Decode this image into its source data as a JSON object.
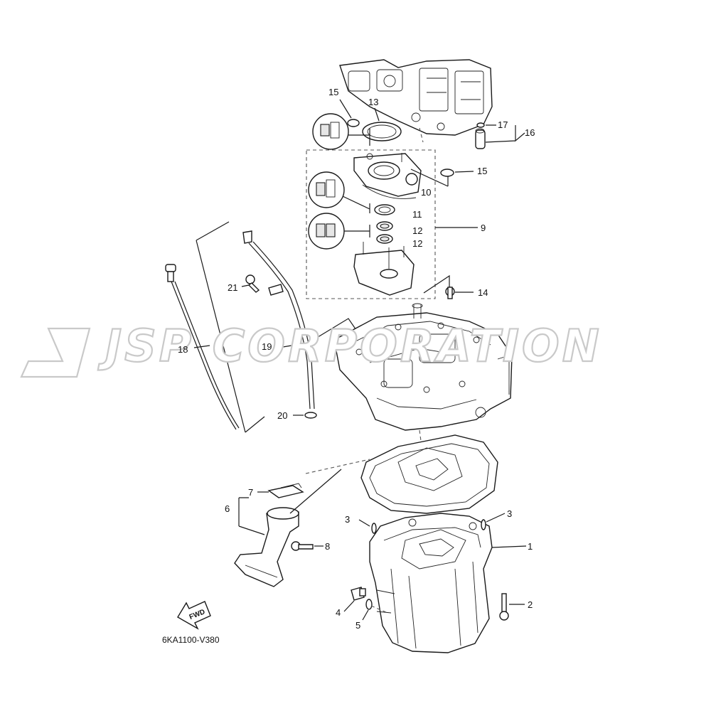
{
  "diagram": {
    "watermark": "JSP CORPORATION",
    "drawing_code": "6KA1100-V380",
    "fwd_label": "FWD",
    "callouts": {
      "c1": "1",
      "c2": "2",
      "c3a": "3",
      "c3b": "3",
      "c4": "4",
      "c5": "5",
      "c6": "6",
      "c7": "7",
      "c8": "8",
      "c9": "9",
      "c10": "10",
      "c11": "11",
      "c12a": "12",
      "c12b": "12",
      "c13": "13",
      "c14": "14",
      "c15a": "15",
      "c15b": "15",
      "c16": "16",
      "c17": "17",
      "c18": "18",
      "c19": "19",
      "c20": "20",
      "c21": "21"
    }
  }
}
